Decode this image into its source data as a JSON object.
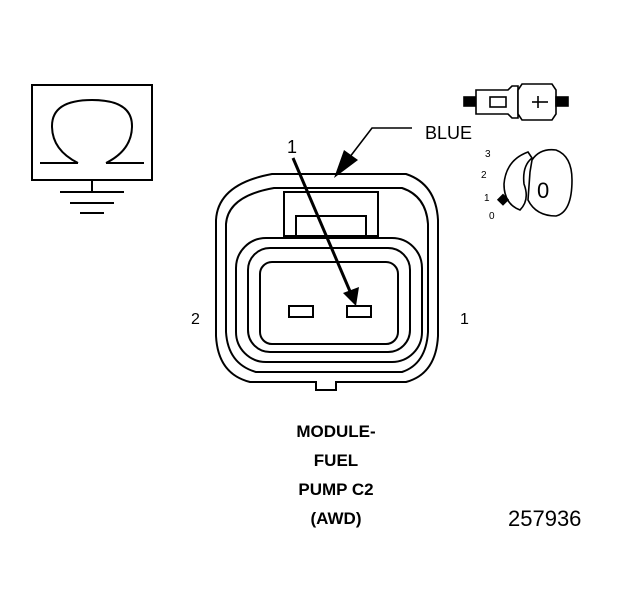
{
  "callouts": {
    "wire_color": "BLUE",
    "pointer_pin": "1",
    "pin_left": "2",
    "pin_right": "1"
  },
  "key_dial": {
    "positions": [
      "3",
      "2",
      "1",
      "0"
    ],
    "key_label": "0"
  },
  "caption": [
    "MODULE-",
    "FUEL",
    "PUMP C2",
    "(AWD)"
  ],
  "figure_number": "257936",
  "colors": {
    "line": "#000000",
    "background": "#ffffff"
  },
  "icons": [
    "ground-symbol-icon",
    "connector-pair-icon",
    "ignition-key-icon"
  ]
}
